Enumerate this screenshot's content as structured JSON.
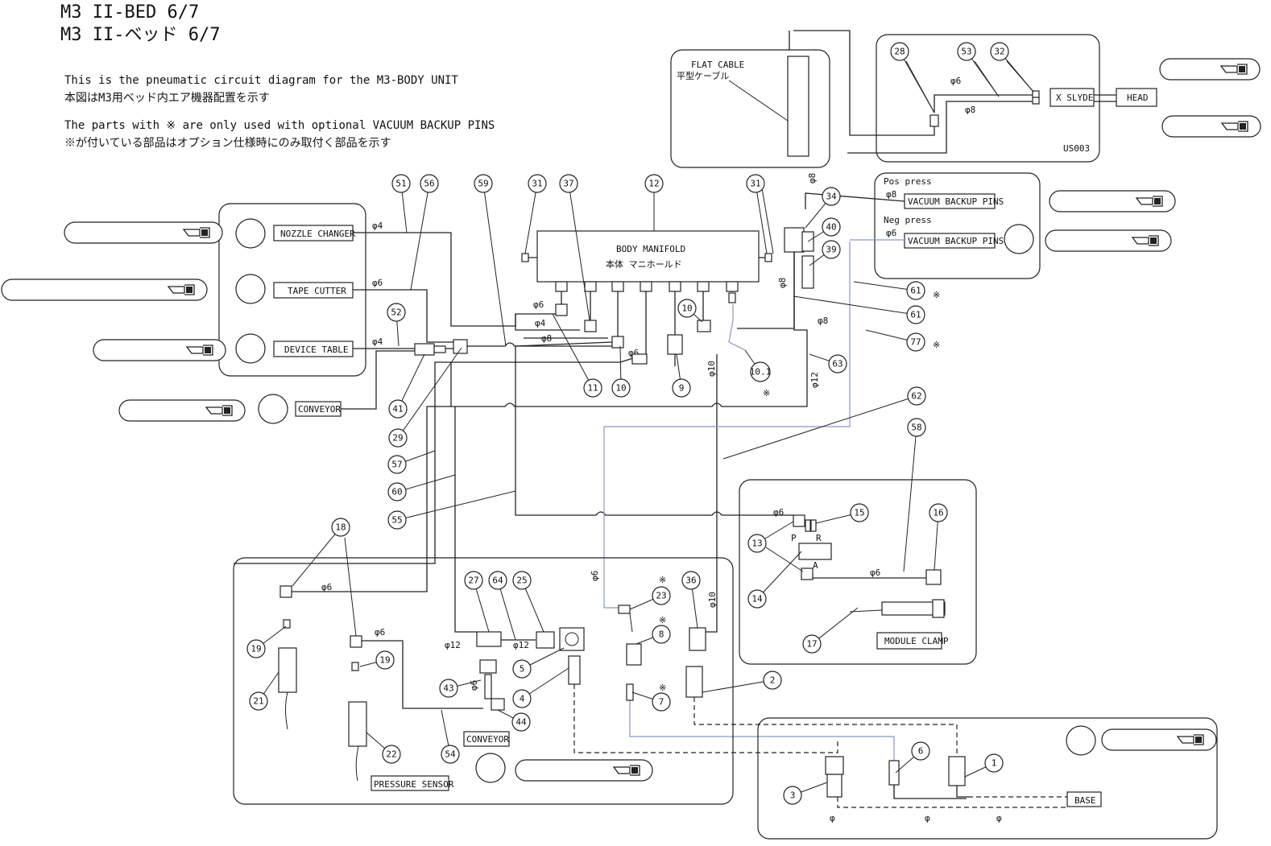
{
  "title": {
    "line1": "M3 II-BED  6/7",
    "line2": "M3 II-ベッド  6/7"
  },
  "notes": [
    "This is the pneumatic circuit diagram for the M3-BODY UNIT",
    "本図はM3用ベッド内エア機器配置を示す",
    "The parts with ※ are only used with optional VACUUM BACKUP PINS",
    "※が付いている部品はオプション仕様時にのみ取付く部品を示す"
  ],
  "labels": {
    "flat_cable_en": "FLAT CABLE",
    "flat_cable_jp": "平型ケーブル",
    "x_slyde": "X SLYDE",
    "head": "HEAD",
    "us003": "US003",
    "pos_press": "Pos press",
    "neg_press": "Neg press",
    "vacuum_backup_pins": "VACUUM BACKUP PINS",
    "body_manifold_en": "BODY MANIFOLD",
    "body_manifold_jp": "本体 マニホールド",
    "nozzle_changer": "NOZZLE CHANGER",
    "tape_cutter": "TAPE CUTTER",
    "device_table": "DEVICE TABLE",
    "conveyor": "CONVEYOR",
    "module_clamp": "MODULE CLAMP",
    "pressure_sensor": "PRESSURE SENSOR",
    "base": "BASE",
    "port_p": "P",
    "port_r": "R",
    "port_a": "A",
    "optional_mark": "※"
  },
  "dims": {
    "d4": "φ4",
    "d6": "φ6",
    "d8": "φ8",
    "d10": "φ10",
    "d12": "φ12",
    "d": "φ"
  },
  "part_numbers": [
    "1",
    "2",
    "3",
    "4",
    "5",
    "6",
    "7",
    "8",
    "9",
    "10",
    "10.1",
    "11",
    "12",
    "13",
    "14",
    "15",
    "16",
    "17",
    "18",
    "19",
    "21",
    "22",
    "23",
    "25",
    "27",
    "28",
    "29",
    "31",
    "32",
    "34",
    "36",
    "37",
    "39",
    "40",
    "41",
    "43",
    "44",
    "51",
    "52",
    "53",
    "54",
    "55",
    "56",
    "57",
    "58",
    "59",
    "60",
    "61",
    "62",
    "63",
    "64",
    "77"
  ]
}
